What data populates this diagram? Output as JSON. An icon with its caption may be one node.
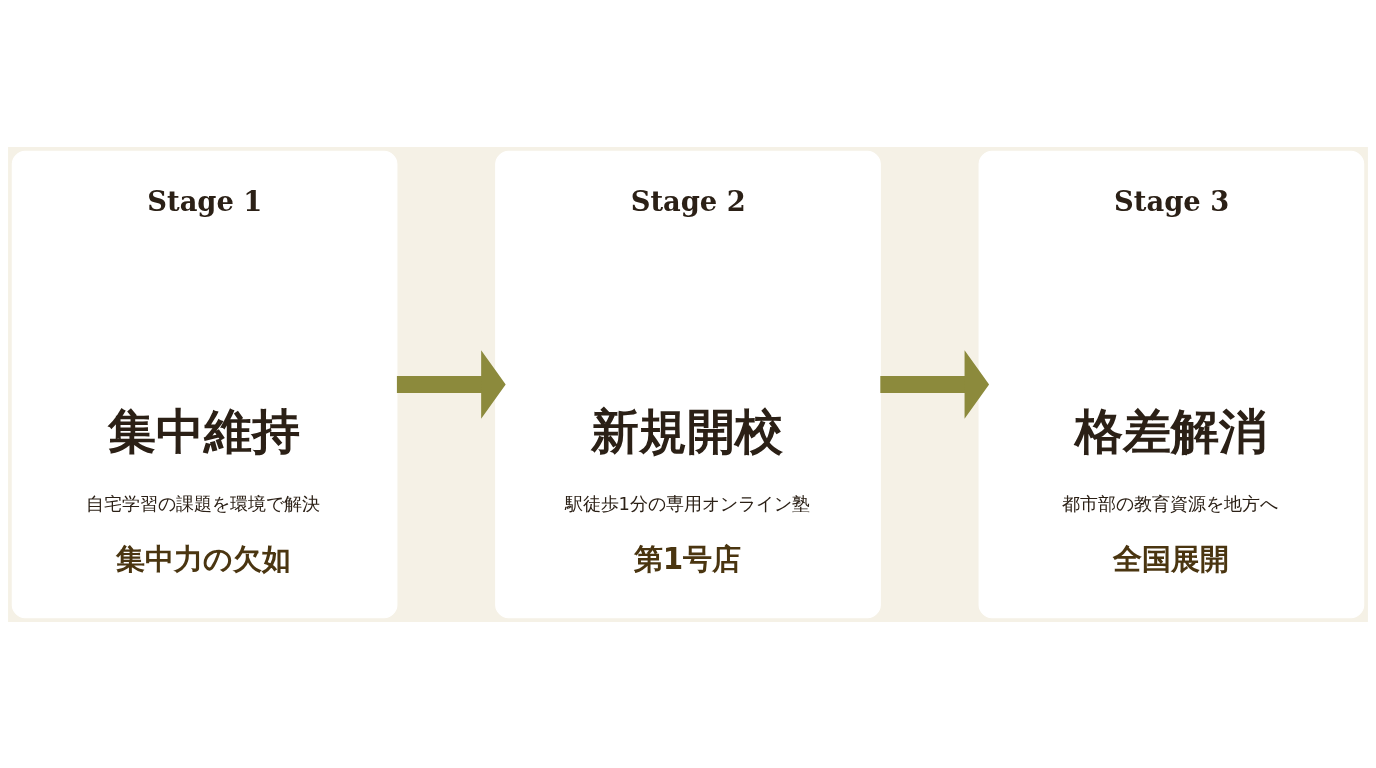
{
  "diagram": {
    "nodes": [
      {
        "text": [
          "Stage 1",
          "集中維持",
          "自宅学習の課題を環境で解決",
          "集中力の欠如"
        ]
      },
      {
        "text": [
          "Stage 2",
          "新規開校",
          "駅徒歩1分の専用オンライン塾",
          "第1号店"
        ]
      },
      {
        "text": [
          "Stage 3",
          "格差解消",
          "都市部の教育資源を地方へ",
          "全国展開"
        ]
      }
    ],
    "edges": [
      {
        "from": 0,
        "to": 1,
        "arrow": "to"
      },
      {
        "from": 1,
        "to": 2,
        "arrow": "to"
      }
    ]
  }
}
